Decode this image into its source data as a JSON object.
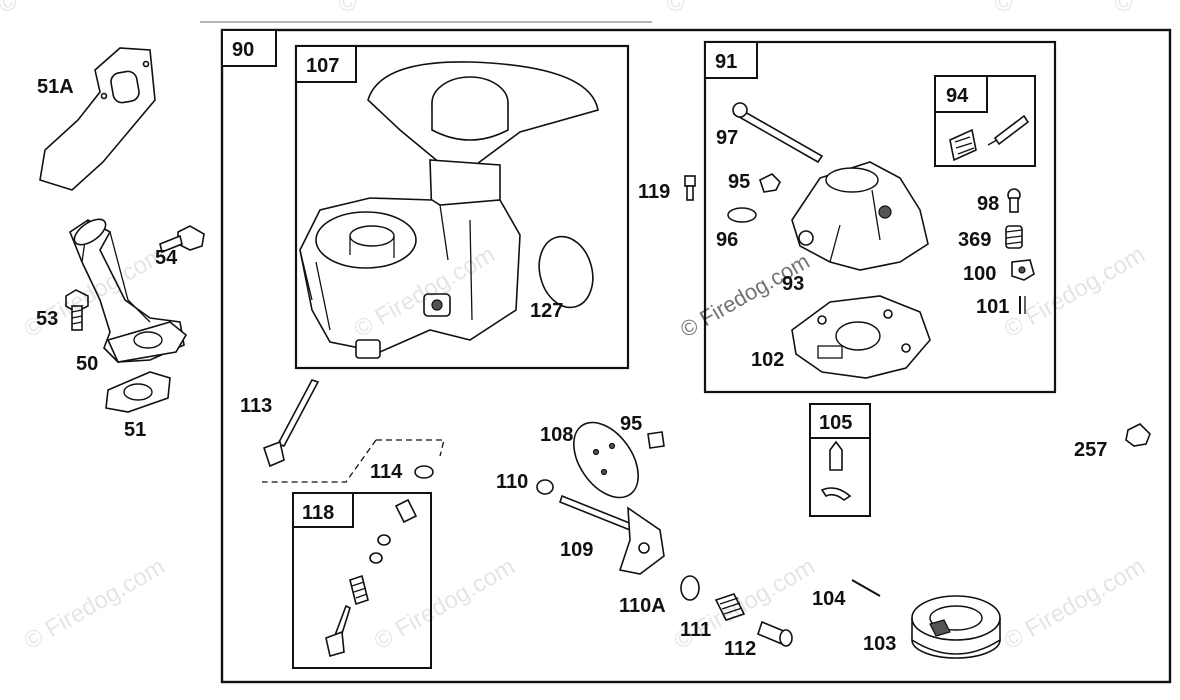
{
  "watermark": {
    "text": "© Firedog.com",
    "repeat": [
      "© Fire",
      "© Fi",
      "© Firedog.com",
      "© Firedog.com",
      "© Firedog.com",
      "© Firedog.com",
      "© Firedog.com",
      "© Firedog.com",
      "© Firedog.com",
      "© Firedog.com",
      "© Firedog.com",
      "© Fire"
    ]
  },
  "boxes": {
    "b90": "90",
    "b107": "107",
    "b91": "91",
    "b94": "94",
    "b105": "105",
    "b118": "118"
  },
  "callouts": {
    "p51A": "51A",
    "p54": "54",
    "p53": "53",
    "p50": "50",
    "p51": "51",
    "p127": "127",
    "p119": "119",
    "p97": "97",
    "p95a": "95",
    "p96": "96",
    "p93": "93",
    "p98": "98",
    "p369": "369",
    "p100": "100",
    "p101": "101",
    "p102": "102",
    "p113": "113",
    "p114": "114",
    "p108": "108",
    "p95b": "95",
    "p110": "110",
    "p109": "109",
    "p110A": "110A",
    "p111": "111",
    "p112": "112",
    "p104": "104",
    "p103": "103",
    "p257": "257"
  }
}
